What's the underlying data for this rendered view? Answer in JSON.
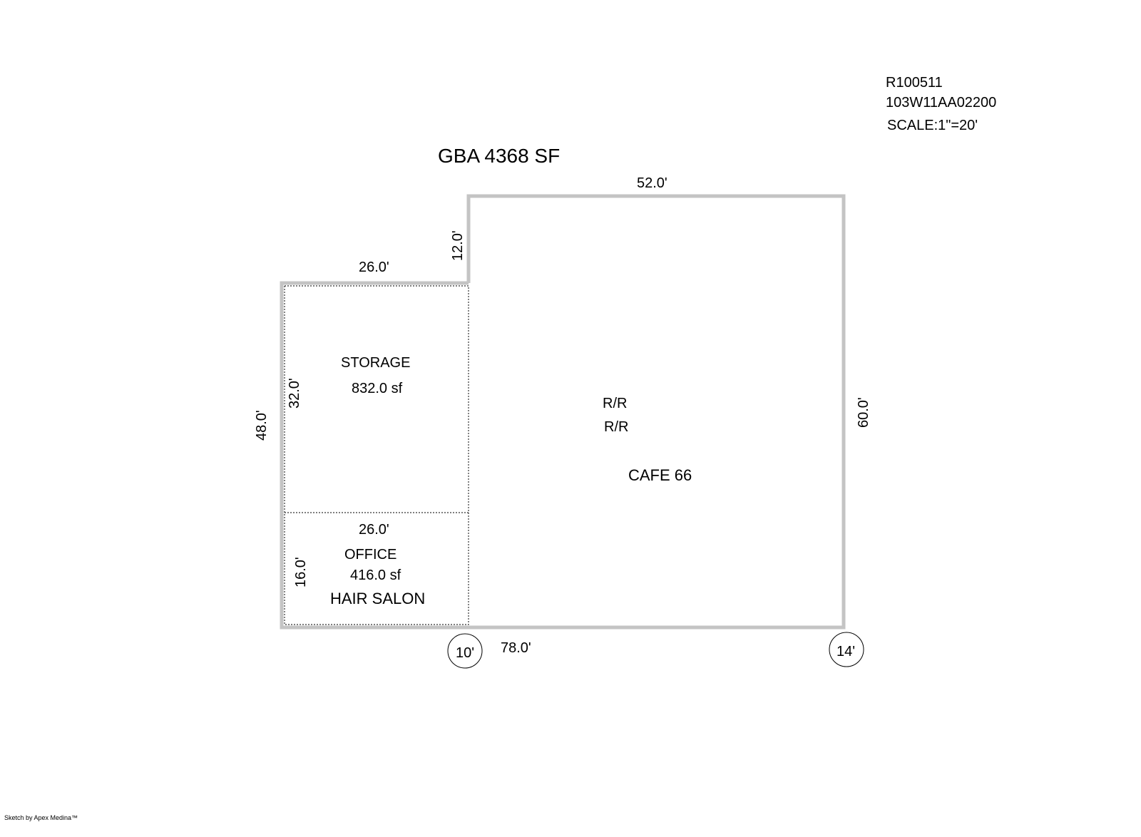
{
  "header": {
    "parcel_id": "R100511",
    "map_number": "103W11AA02200",
    "scale": "SCALE:1\"=20'"
  },
  "title": "GBA 4368 SF",
  "colors": {
    "wall": "#c4c4c4",
    "dotted_wall": "#333333",
    "text": "#000000"
  },
  "dimensions": {
    "top_main": "52.0'",
    "step_height": "12.0'",
    "storage_top": "26.0'",
    "left_total": "48.0'",
    "storage_side": "32.0'",
    "right_side": "60.0'",
    "office_top": "26.0'",
    "office_side": "16.0'",
    "bottom_total": "78.0'"
  },
  "rooms": {
    "storage": {
      "name": "STORAGE",
      "area": "832.0 sf"
    },
    "office": {
      "name": "OFFICE",
      "area": "416.0 sf",
      "tenant": "HAIR SALON"
    },
    "main": {
      "rr1": "R/R",
      "rr2": "R/R",
      "tenant": "CAFE 66"
    }
  },
  "heights": {
    "left": "10'",
    "right": "14'"
  },
  "footer": "Sketch by Apex Medina™"
}
